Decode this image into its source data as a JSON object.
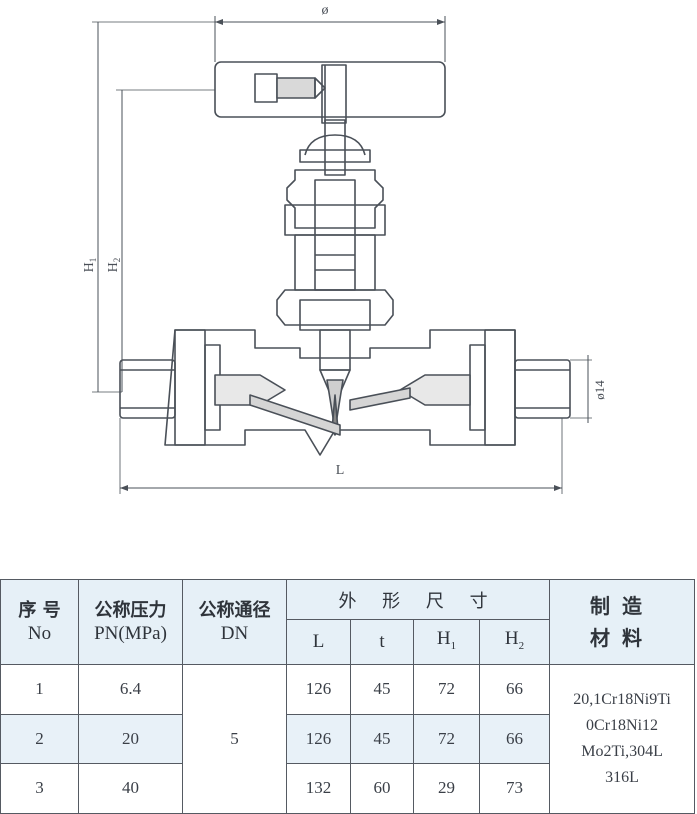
{
  "drawing": {
    "labels": {
      "diameter": "ø",
      "h1": "H",
      "h1_sub": "1",
      "h2": "H",
      "h2_sub": "2",
      "length": "L",
      "port": "ø14"
    }
  },
  "table": {
    "headers": {
      "no_cn": "序 号",
      "no_en": "No",
      "pn_cn": "公称压力",
      "pn_en": "PN(MPa)",
      "dn_cn": "公称通径",
      "dn_en": "DN",
      "dims_cn": "外 形 尺 寸",
      "col_L": "L",
      "col_t": "t",
      "col_H1": "H",
      "col_H1_sub": "1",
      "col_H2": "H",
      "col_H2_sub": "2",
      "mat_line1": "制造",
      "mat_line2": "材料"
    },
    "dn_value": "5",
    "rows": [
      {
        "no": "1",
        "pn": "6.4",
        "L": "126",
        "t": "45",
        "H1": "72",
        "H2": "66"
      },
      {
        "no": "2",
        "pn": "20",
        "L": "126",
        "t": "45",
        "H1": "72",
        "H2": "66"
      },
      {
        "no": "3",
        "pn": "40",
        "L": "132",
        "t": "60",
        "H1": "29",
        "H2": "73"
      }
    ],
    "material": {
      "line1": "20,1Cr18Ni9Ti",
      "line2": "0Cr18Ni12",
      "line3": "Mo2Ti,304L",
      "line4": "316L"
    }
  }
}
